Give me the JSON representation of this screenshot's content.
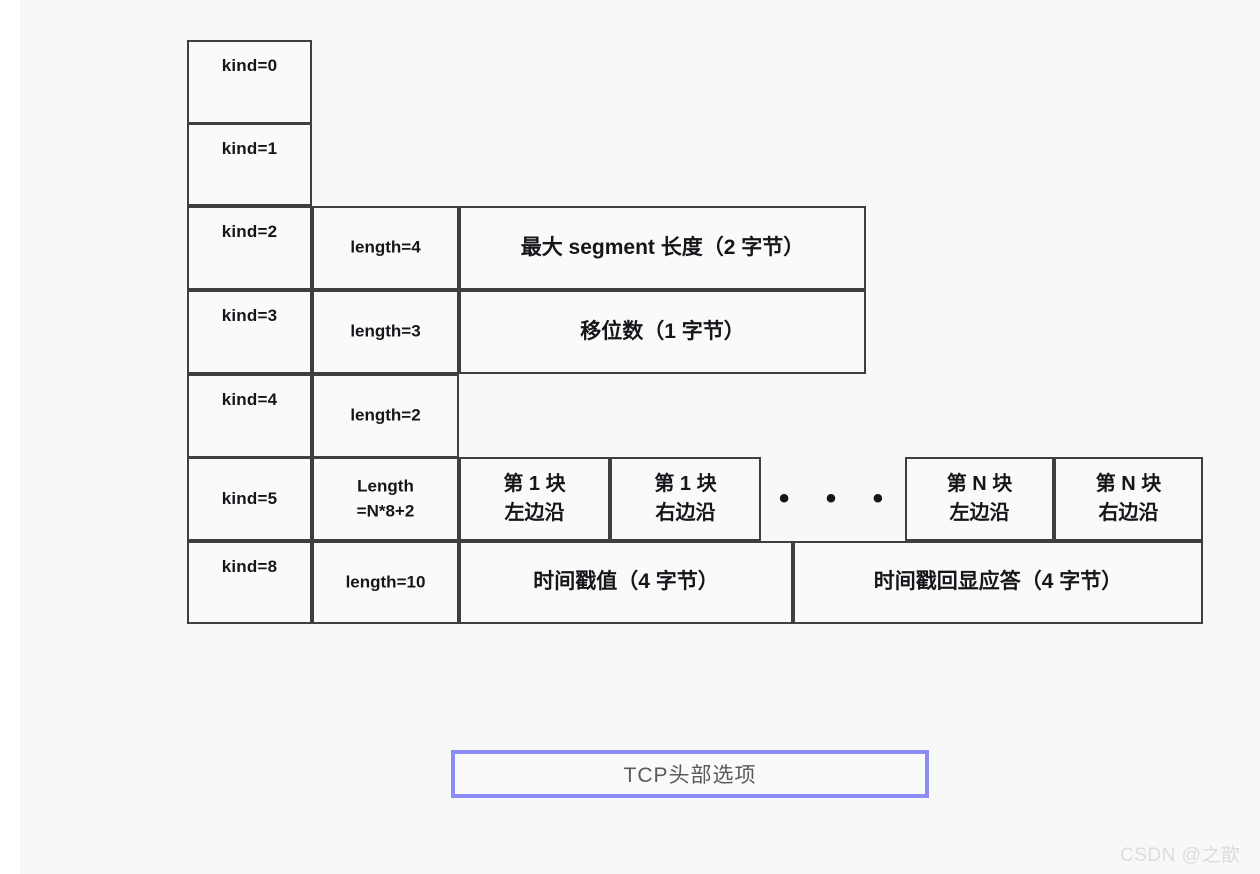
{
  "figure": {
    "caption": "TCP头部选项",
    "watermark": "CSDN @之歆",
    "accent_border_color": "#8c8cf5",
    "table_border_color": "#3f3f3f",
    "background_color": "#f8f8f8",
    "cell_background_color": "#fafafa"
  },
  "rows": [
    {
      "kind": "kind=0",
      "length": "",
      "payload": "",
      "cells": []
    },
    {
      "kind": "kind=1",
      "length": "",
      "payload": "",
      "cells": []
    },
    {
      "kind": "kind=2",
      "length": "length=4",
      "payload": "最大 segment 长度（2 字节）",
      "cells": [
        "最大 segment 长度（2 字节）"
      ]
    },
    {
      "kind": "kind=3",
      "length": "length=3",
      "payload": "移位数（1 字节）",
      "cells": [
        "移位数（1 字节）"
      ]
    },
    {
      "kind": "kind=4",
      "length": "length=2",
      "payload": "",
      "cells": []
    },
    {
      "kind": "kind=5",
      "length_line1": "Length",
      "length_line2": "=N*8+2",
      "cells": [
        {
          "line1": "第 1 块",
          "line2": "左边沿"
        },
        {
          "line1": "第 1 块",
          "line2": "右边沿"
        },
        {
          "line1": "...",
          "line2": ""
        },
        {
          "line1": "第 N 块",
          "line2": "左边沿"
        },
        {
          "line1": "第 N 块",
          "line2": "右边沿"
        }
      ]
    },
    {
      "kind": "kind=8",
      "length": "length=10",
      "cells": [
        "时间戳值（4 字节）",
        "时间戳回显应答（4 字节）"
      ]
    }
  ],
  "ellipsis": "• • •"
}
